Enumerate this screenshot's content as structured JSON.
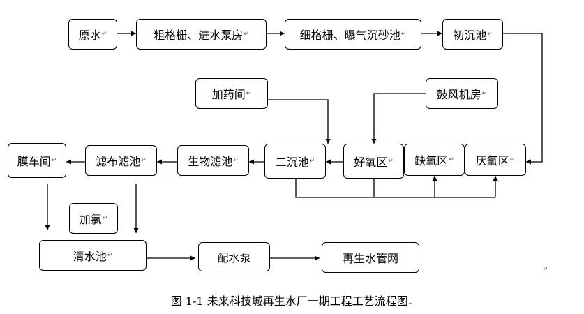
{
  "nodes": {
    "raw_water": "原水",
    "coarse_screen": "粗格栅、进水泵房",
    "fine_screen": "细格栅、曝气沉砂池",
    "primary_clarifier": "初沉池",
    "dosing_room": "加药间",
    "blower_room": "鼓风机房",
    "membrane_room": "膜车间",
    "cloth_filter": "滤布滤池",
    "bio_filter": "生物滤池",
    "secondary_clarifier": "二沉池",
    "aerobic_zone": "好氧区",
    "anoxic_zone": "缺氧区",
    "anaerobic_zone": "厌氧区",
    "chlorination": "加氯",
    "clear_water_tank": "清水池",
    "distribution_pump": "配水泵",
    "reclaimed_network": "再生水管网"
  },
  "return_mark": "↵",
  "caption": "图 1-1  未来科技城再生水厂一期工程工艺流程图"
}
